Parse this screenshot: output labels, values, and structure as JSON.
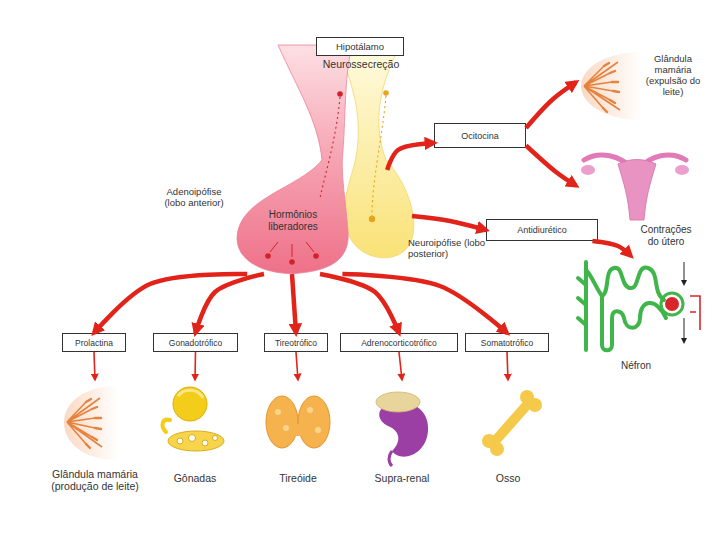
{
  "diagram": {
    "nodes": [
      {
        "text": [
          "Hipotálamo"
        ]
      },
      {
        "text": [
          "Adenoipófise (lobo anterior)",
          "Hormônios liberadores"
        ]
      },
      {
        "text": [
          "Neuroipófise (lobo posterior)"
        ]
      },
      {
        "text": [
          "Ocitocina"
        ]
      },
      {
        "text": [
          "Antidiurético"
        ]
      },
      {
        "text": [
          "Glândula mamária (expulsão do leite)"
        ]
      },
      {
        "text": [
          "Contrações do útero"
        ]
      },
      {
        "text": [
          "Néfron"
        ]
      },
      {
        "text": [
          "Prolactina"
        ]
      },
      {
        "text": [
          "Gonadotrófico"
        ]
      },
      {
        "text": [
          "Tireotrófico"
        ]
      },
      {
        "text": [
          "Adrenocorticotrófico"
        ]
      },
      {
        "text": [
          "Somatotrófico"
        ]
      },
      {
        "text": [
          "Glândula mamária (produção de leite)"
        ]
      },
      {
        "text": [
          "Gônadas"
        ]
      },
      {
        "text": [
          "Tireóide"
        ]
      },
      {
        "text": [
          "Supra-renal"
        ]
      },
      {
        "text": [
          "Osso"
        ]
      }
    ],
    "edges": [
      {
        "from": 1,
        "to": 8,
        "arrow": "to"
      },
      {
        "from": 1,
        "to": 9,
        "arrow": "to"
      },
      {
        "from": 1,
        "to": 10,
        "arrow": "to"
      },
      {
        "from": 1,
        "to": 11,
        "arrow": "to"
      },
      {
        "from": 1,
        "to": 12,
        "arrow": "to"
      },
      {
        "from": 2,
        "to": 3,
        "arrow": "to"
      },
      {
        "from": 2,
        "to": 4,
        "arrow": "to"
      },
      {
        "from": 3,
        "to": 5,
        "arrow": "to"
      },
      {
        "from": 3,
        "to": 6,
        "arrow": "to"
      },
      {
        "from": 4,
        "to": 7,
        "arrow": "to"
      },
      {
        "from": 8,
        "to": 13,
        "arrow": "to"
      },
      {
        "from": 9,
        "to": 14,
        "arrow": "to"
      },
      {
        "from": 10,
        "to": 15,
        "arrow": "to"
      },
      {
        "from": 11,
        "to": 16,
        "arrow": "to"
      },
      {
        "from": 12,
        "to": 17,
        "arrow": "to"
      }
    ],
    "labels": [
      "Neurossecreção"
    ]
  }
}
